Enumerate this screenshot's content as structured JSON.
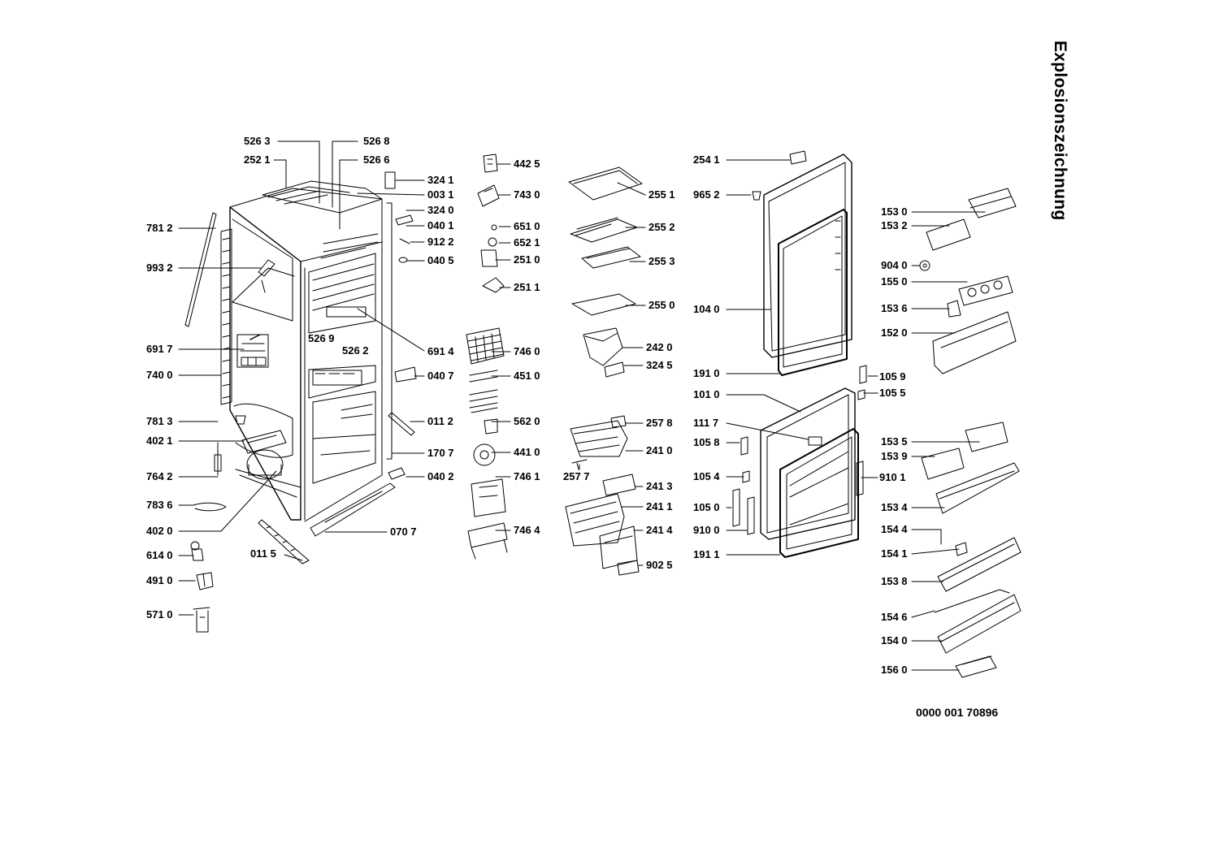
{
  "title": "Explosionszeichnung",
  "doc_number": "0000 001 70896",
  "parts": [
    {
      "id": "p5263",
      "label": "526 3"
    },
    {
      "id": "p5268",
      "label": "526 8"
    },
    {
      "id": "p2521",
      "label": "252 1"
    },
    {
      "id": "p5266",
      "label": "526 6"
    },
    {
      "id": "p3241",
      "label": "324 1"
    },
    {
      "id": "p0031",
      "label": "003 1"
    },
    {
      "id": "p3240",
      "label": "324 0"
    },
    {
      "id": "p0401",
      "label": "040 1"
    },
    {
      "id": "p9122",
      "label": "912 2"
    },
    {
      "id": "p0405",
      "label": "040 5"
    },
    {
      "id": "p7812",
      "label": "781 2"
    },
    {
      "id": "p9932",
      "label": "993 2"
    },
    {
      "id": "p6917",
      "label": "691 7"
    },
    {
      "id": "p5269",
      "label": "526 9"
    },
    {
      "id": "p5262",
      "label": "526 2"
    },
    {
      "id": "p6914",
      "label": "691 4"
    },
    {
      "id": "p7400",
      "label": "740 0"
    },
    {
      "id": "p0407",
      "label": "040 7"
    },
    {
      "id": "p7813",
      "label": "781 3"
    },
    {
      "id": "p0112",
      "label": "011 2"
    },
    {
      "id": "p4021",
      "label": "402 1"
    },
    {
      "id": "p1707",
      "label": "170 7"
    },
    {
      "id": "p7642",
      "label": "764 2"
    },
    {
      "id": "p0402",
      "label": "040 2"
    },
    {
      "id": "p7836",
      "label": "783 6"
    },
    {
      "id": "p4020",
      "label": "402 0"
    },
    {
      "id": "p0707",
      "label": "070 7"
    },
    {
      "id": "p6140",
      "label": "614 0"
    },
    {
      "id": "p0115",
      "label": "011 5"
    },
    {
      "id": "p4910",
      "label": "491 0"
    },
    {
      "id": "p5710",
      "label": "571 0"
    },
    {
      "id": "p4425",
      "label": "442 5"
    },
    {
      "id": "p7430",
      "label": "743 0"
    },
    {
      "id": "p6510",
      "label": "651 0"
    },
    {
      "id": "p6521",
      "label": "652 1"
    },
    {
      "id": "p2510",
      "label": "251 0"
    },
    {
      "id": "p2511",
      "label": "251 1"
    },
    {
      "id": "p7460",
      "label": "746 0"
    },
    {
      "id": "p4510",
      "label": "451 0"
    },
    {
      "id": "p5620",
      "label": "562 0"
    },
    {
      "id": "p4410",
      "label": "441 0"
    },
    {
      "id": "p7461",
      "label": "746 1"
    },
    {
      "id": "p7464",
      "label": "746 4"
    },
    {
      "id": "p2551",
      "label": "255 1"
    },
    {
      "id": "p2552",
      "label": "255 2"
    },
    {
      "id": "p2553",
      "label": "255 3"
    },
    {
      "id": "p2550",
      "label": "255 0"
    },
    {
      "id": "p2420",
      "label": "242 0"
    },
    {
      "id": "p3245",
      "label": "324 5"
    },
    {
      "id": "p2578",
      "label": "257 8"
    },
    {
      "id": "p2410",
      "label": "241 0"
    },
    {
      "id": "p2577",
      "label": "257 7"
    },
    {
      "id": "p2413",
      "label": "241 3"
    },
    {
      "id": "p2411",
      "label": "241 1"
    },
    {
      "id": "p2414",
      "label": "241 4"
    },
    {
      "id": "p9025",
      "label": "902 5"
    },
    {
      "id": "p2541",
      "label": "254 1"
    },
    {
      "id": "p9652",
      "label": "965 2"
    },
    {
      "id": "p1040",
      "label": "104 0"
    },
    {
      "id": "p1910",
      "label": "191 0"
    },
    {
      "id": "p1010",
      "label": "101 0"
    },
    {
      "id": "p1117",
      "label": "111 7"
    },
    {
      "id": "p1058",
      "label": "105 8"
    },
    {
      "id": "p1054",
      "label": "105 4"
    },
    {
      "id": "p1050",
      "label": "105 0"
    },
    {
      "id": "p9100",
      "label": "910 0"
    },
    {
      "id": "p1911",
      "label": "191 1"
    },
    {
      "id": "p1059",
      "label": "105 9"
    },
    {
      "id": "p1055",
      "label": "105 5"
    },
    {
      "id": "p9101",
      "label": "910 1"
    },
    {
      "id": "p1530",
      "label": "153 0"
    },
    {
      "id": "p1532",
      "label": "153 2"
    },
    {
      "id": "p9040",
      "label": "904 0"
    },
    {
      "id": "p1550",
      "label": "155 0"
    },
    {
      "id": "p1536",
      "label": "153 6"
    },
    {
      "id": "p1520",
      "label": "152 0"
    },
    {
      "id": "p1535",
      "label": "153 5"
    },
    {
      "id": "p1539",
      "label": "153 9"
    },
    {
      "id": "p1534",
      "label": "153 4"
    },
    {
      "id": "p1544",
      "label": "154 4"
    },
    {
      "id": "p1541",
      "label": "154 1"
    },
    {
      "id": "p1538",
      "label": "153 8"
    },
    {
      "id": "p1546",
      "label": "154 6"
    },
    {
      "id": "p1540",
      "label": "154 0"
    },
    {
      "id": "p1560",
      "label": "156 0"
    }
  ]
}
